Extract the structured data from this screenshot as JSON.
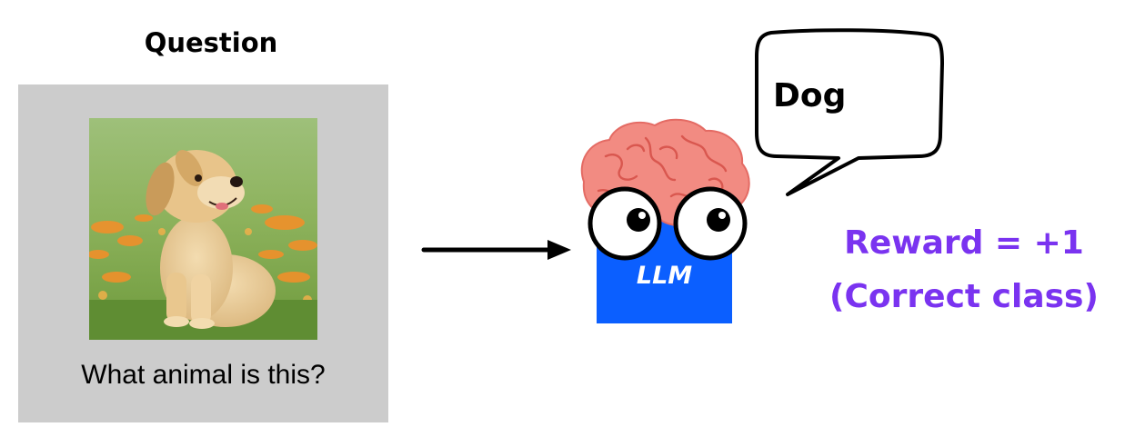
{
  "question": {
    "title": "Question",
    "prompt": "What animal is this?",
    "image_subject": "golden retriever puppy sitting in grass with orange flowers"
  },
  "model": {
    "label": "LLM",
    "answer": "Dog"
  },
  "reward": {
    "line1": "Reward = +1",
    "line2": "(Correct class)"
  },
  "colors": {
    "card_background": "#cccccc",
    "llm_box": "#0b5fff",
    "brain": "#f28b82",
    "reward_text": "#7a33f0"
  }
}
